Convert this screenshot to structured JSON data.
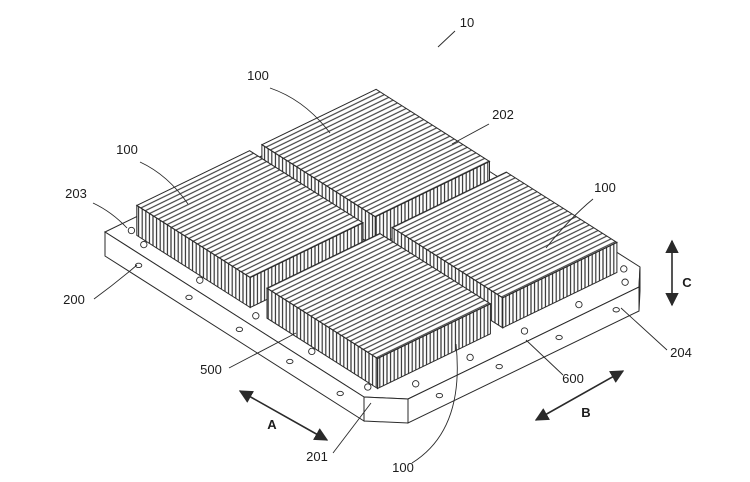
{
  "figure": {
    "background_color": "#ffffff",
    "line_color": "#2a2a2a",
    "reference_numerals": {
      "ref_10": "10",
      "ref_100_back": "100",
      "ref_100_left": "100",
      "ref_100_right": "100",
      "ref_100_front": "100",
      "ref_200": "200",
      "ref_201": "201",
      "ref_202": "202",
      "ref_203": "203",
      "ref_204": "204",
      "ref_500": "500",
      "ref_600": "600"
    },
    "direction_labels": {
      "a": "A",
      "b": "B",
      "c": "C"
    }
  }
}
